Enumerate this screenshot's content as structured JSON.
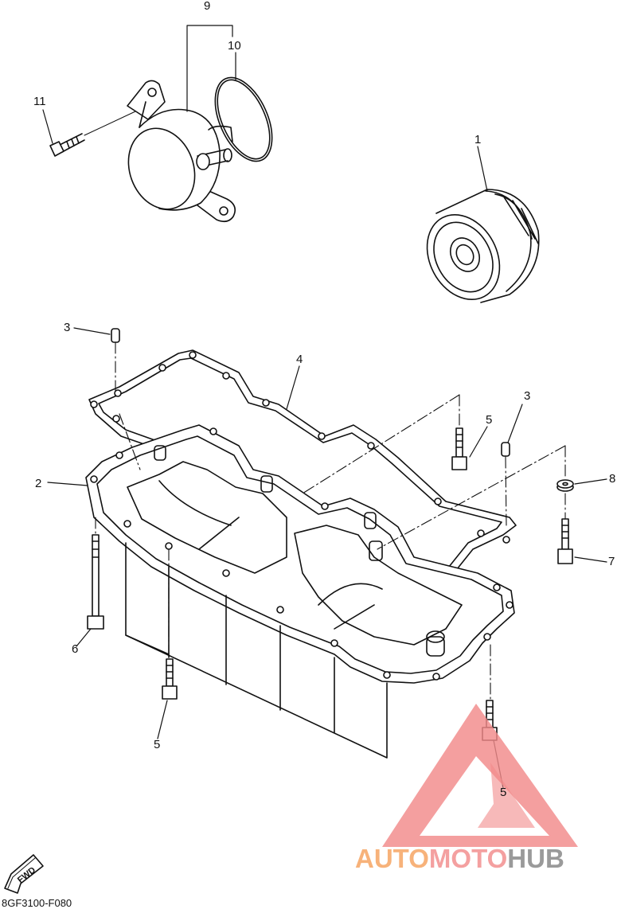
{
  "diagram_code": "8GF3100-F080",
  "fwd_mark": "FWD",
  "part_labels": {
    "p1": "1",
    "p2": "2",
    "p3a": "3",
    "p3b": "3",
    "p4": "4",
    "p5a": "5",
    "p5b": "5",
    "p5c": "5",
    "p6": "6",
    "p7": "7",
    "p8": "8",
    "p9": "9",
    "p10": "10",
    "p11": "11"
  },
  "watermark": {
    "part1": "AUTO",
    "part2": "MOTO",
    "part3": "HUB",
    "colors": {
      "auto": "#f7b27a",
      "moto": "#f4a0a0",
      "hub": "#9a9a9a",
      "triangle": "#f28a8a"
    }
  }
}
